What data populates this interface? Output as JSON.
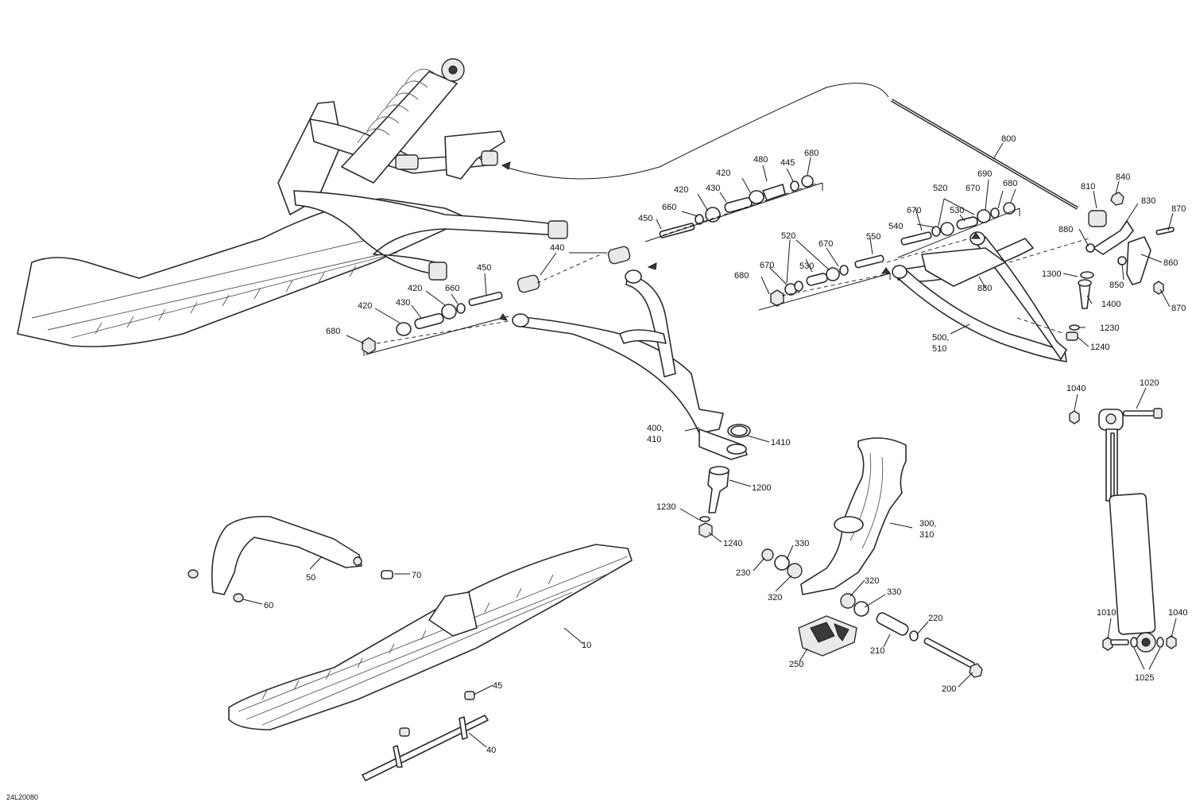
{
  "diagram_ref": "24L20080",
  "callouts": {
    "c10": "10",
    "c40": "40",
    "c45": "45",
    "c50": "50",
    "c60": "60",
    "c70": "70",
    "c200": "200",
    "c210": "210",
    "c220": "220",
    "c230": "230",
    "c250": "250",
    "c300": "300,",
    "c310": "310",
    "c320a": "320",
    "c320b": "320",
    "c330a": "330",
    "c330b": "330",
    "c400": "400,",
    "c410": "410",
    "c420a": "420",
    "c420b": "420",
    "c420c": "420",
    "c420d": "420",
    "c430a": "430",
    "c430b": "430",
    "c440": "440",
    "c445": "445",
    "c450a": "450",
    "c450b": "450",
    "c480": "480",
    "c500": "500,",
    "c510": "510",
    "c520a": "520",
    "c520b": "520",
    "c530a": "530",
    "c530b": "530",
    "c540": "540",
    "c550": "550",
    "c660a": "660",
    "c660b": "660",
    "c670a": "670",
    "c670b": "670",
    "c670c": "670",
    "c670d": "670",
    "c680a": "680",
    "c680b": "680",
    "c680c": "680",
    "c680d": "680",
    "c690": "690",
    "c800": "800",
    "c810": "810",
    "c830": "830",
    "c840": "840",
    "c850": "850",
    "c860": "860",
    "c870a": "870",
    "c870b": "870",
    "c880a": "880",
    "c880b": "880",
    "c1010": "1010",
    "c1020": "1020",
    "c1025": "1025",
    "c1040a": "1040",
    "c1040b": "1040",
    "c1200": "1200",
    "c1230a": "1230",
    "c1230b": "1230",
    "c1240a": "1240",
    "c1240b": "1240",
    "c1300": "1300",
    "c1400": "1400",
    "c1410": "1410"
  }
}
